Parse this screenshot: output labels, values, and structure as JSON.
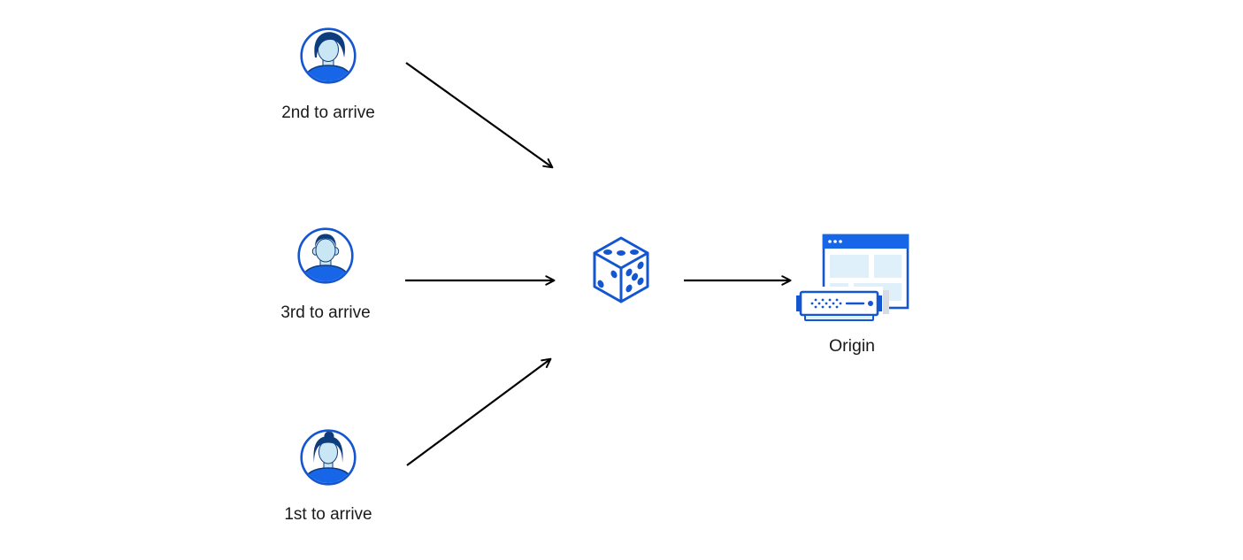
{
  "diagram": {
    "visitors": [
      {
        "id": "visitor-2nd",
        "label": "2nd to arrive",
        "icon": "man-swept-hair-avatar-icon"
      },
      {
        "id": "visitor-3rd",
        "label": "3rd to arrive",
        "icon": "man-short-hair-avatar-icon"
      },
      {
        "id": "visitor-1st",
        "label": "1st to arrive",
        "icon": "woman-bun-hair-avatar-icon"
      }
    ],
    "randomizer": {
      "id": "dice",
      "icon": "dice-icon"
    },
    "origin": {
      "id": "origin",
      "label": "Origin",
      "icon": "origin-server-browser-icon"
    },
    "connections": [
      {
        "from": "visitor-2nd",
        "to": "dice"
      },
      {
        "from": "visitor-3rd",
        "to": "dice"
      },
      {
        "from": "visitor-1st",
        "to": "dice"
      },
      {
        "from": "dice",
        "to": "origin"
      }
    ],
    "colors": {
      "primary_blue": "#1456cf",
      "bright_blue": "#1766e8",
      "navy": "#0e3d7e",
      "face_light_blue": "#c9e6f5",
      "panel_pale_blue": "#dff0fa",
      "shadow_gray": "#d7dbe2",
      "arrow_black": "#000000",
      "label_text": "#1a1a1a",
      "background": "#ffffff"
    }
  }
}
